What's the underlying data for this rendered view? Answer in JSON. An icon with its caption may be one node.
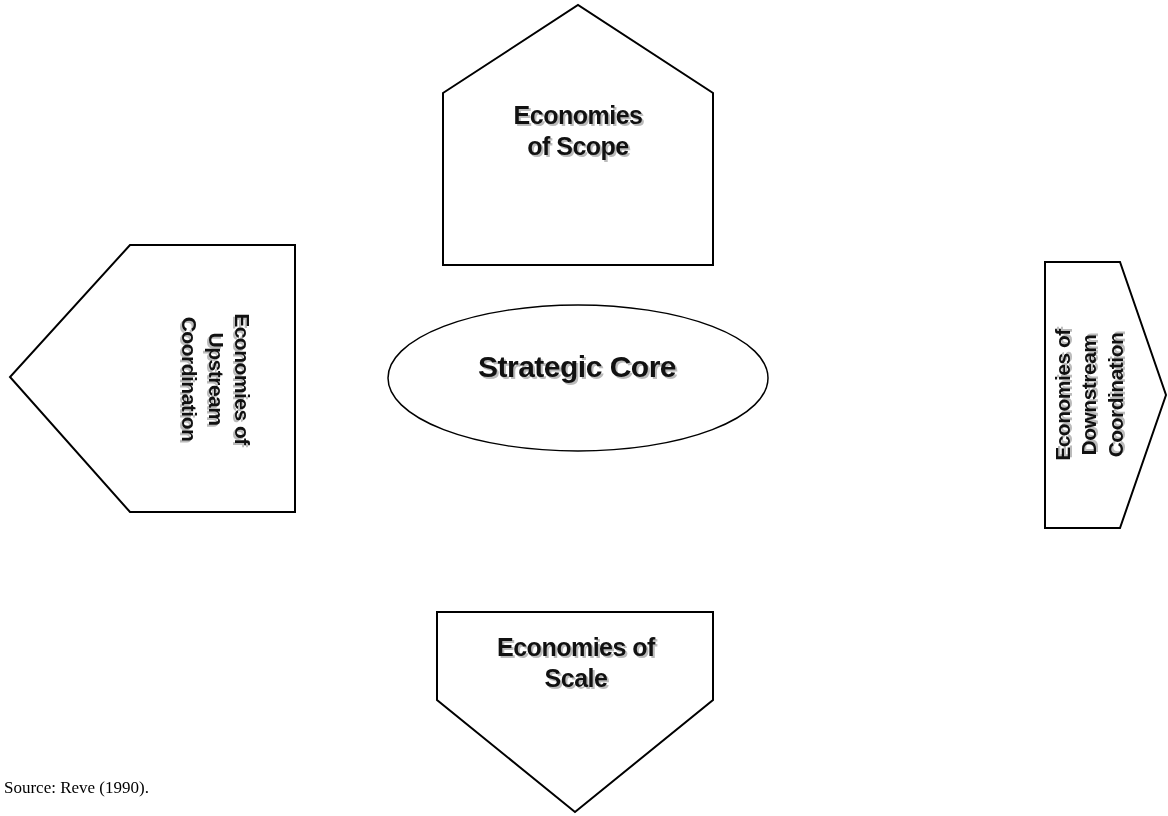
{
  "diagram": {
    "caption": "Source: Reve (1990).",
    "nodes": [
      {
        "text": [
          "Economies of Scope"
        ]
      },
      {
        "text": [
          "Economies of Upstream Coordination"
        ]
      },
      {
        "text": [
          "Strategic Core"
        ]
      },
      {
        "text": [
          "Economies of Downstream Coordination"
        ]
      },
      {
        "text": [
          "Economies of Scale"
        ]
      }
    ],
    "edges": []
  }
}
